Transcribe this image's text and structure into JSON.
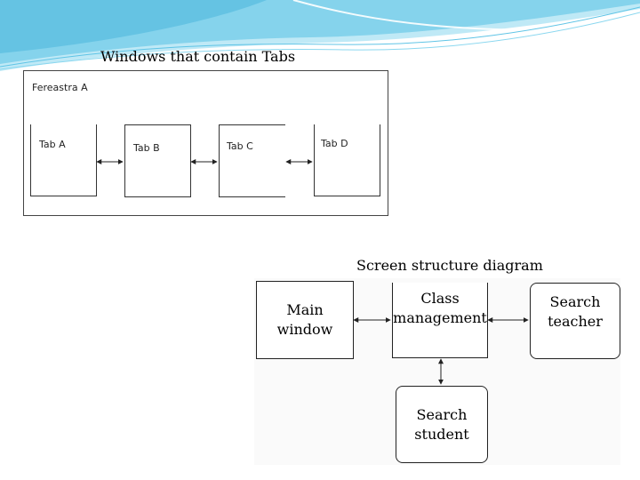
{
  "slide": {
    "title": "Windows that contain Tabs"
  },
  "window_mockup": {
    "window_label": "Fereastra A",
    "tabs": [
      "Tab A",
      "Tab  B",
      "Tab C",
      "Tab D"
    ]
  },
  "structure_diagram": {
    "title": "Screen structure diagram",
    "nodes": {
      "main_window": "Main\nwindow",
      "class_management": "Class\nmanagement",
      "search_teacher": "Search\nteacher",
      "search_student": "Search\nstudent"
    }
  },
  "theme": {
    "wave_colors": [
      "#5fc4e6",
      "#8ad7ef",
      "#bfe9f6"
    ],
    "line_color": "#222222"
  }
}
